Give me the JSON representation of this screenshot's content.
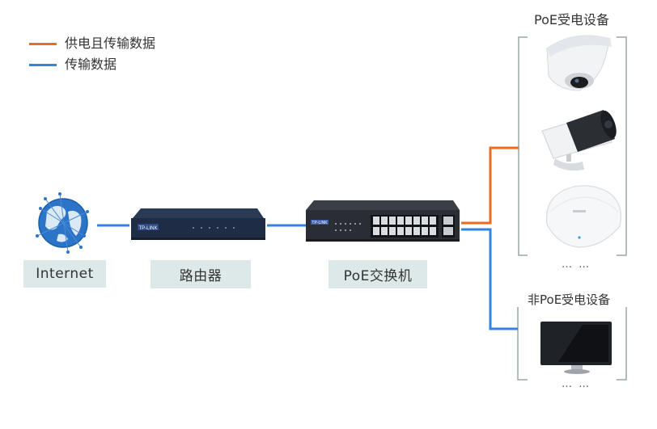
{
  "legend": {
    "power_data_label": "供电且传输数据",
    "data_only_label": "传输数据",
    "power_data_color": "#ee6b1e",
    "data_only_color": "#2f86e0"
  },
  "nodes": {
    "internet": "Internet",
    "router": "路由器",
    "poe_switch": "PoE交换机",
    "router_brand": "TP-LINK",
    "switch_brand": "TP-LINK"
  },
  "groups": {
    "poe_devices_title": "PoE受电设备",
    "non_poe_devices_title": "非PoE受电设备",
    "poe_more": "… …",
    "non_poe_more": "… …"
  },
  "icons": [
    "globe-icon",
    "router-device",
    "poe-switch-device",
    "dome-camera-icon",
    "bullet-camera-icon",
    "wireless-ap-icon",
    "monitor-icon"
  ]
}
